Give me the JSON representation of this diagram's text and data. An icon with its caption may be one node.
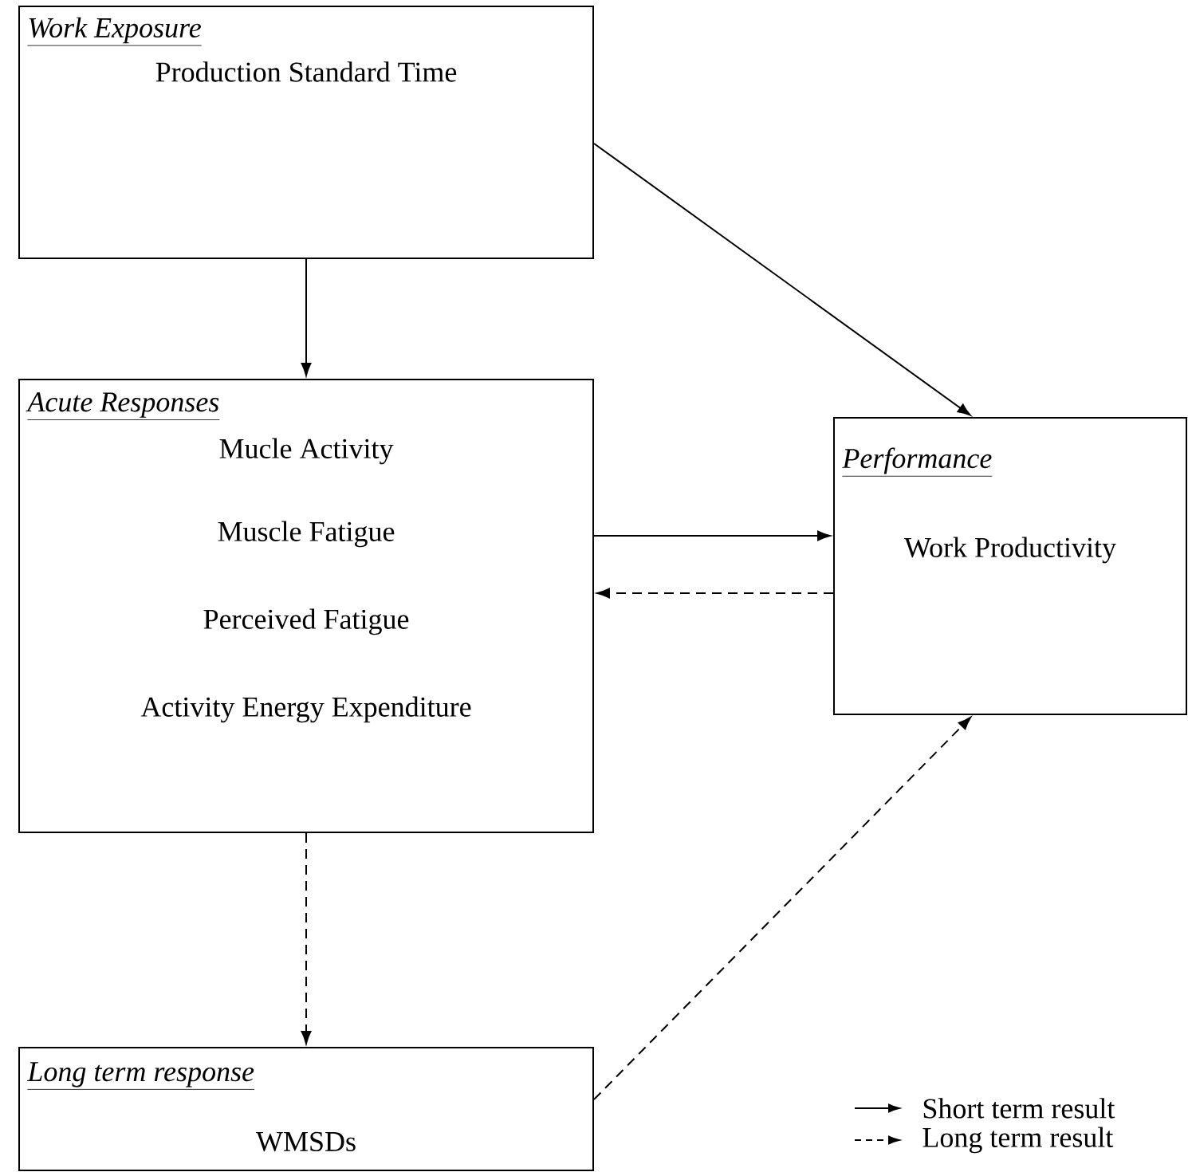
{
  "diagram": {
    "nodes": [
      {
        "text": [
          "Work Exposure",
          "Production Standard Time"
        ]
      },
      {
        "text": [
          "Acute Responses",
          "Mucle Activity",
          "Muscle Fatigue",
          "Perceived Fatigue",
          "Activity Energy Expenditure"
        ]
      },
      {
        "text": [
          "Performance",
          "Work Productivity"
        ]
      },
      {
        "text": [
          "Long term response",
          "WMSDs"
        ]
      }
    ],
    "edges": [
      {
        "from": 0,
        "to": 1,
        "arrow": "to"
      },
      {
        "from": 0,
        "to": 2,
        "arrow": "to"
      },
      {
        "from": 1,
        "to": 2,
        "arrow": "to"
      },
      {
        "from": 2,
        "to": 1,
        "arrow": "to",
        "style": "dashed"
      },
      {
        "from": 1,
        "to": 3,
        "arrow": "to",
        "style": "dashed"
      },
      {
        "from": 3,
        "to": 2,
        "arrow": "to",
        "style": "dashed"
      }
    ],
    "legend": [
      {
        "text": "Short term result"
      },
      {
        "text": "Long term result"
      }
    ]
  }
}
